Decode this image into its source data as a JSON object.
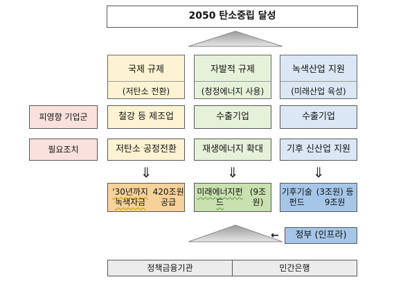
{
  "title": "2050 탄소중립 달성",
  "columns": [
    {
      "header": "국제 규제",
      "sub": "(저탄소 전환)"
    },
    {
      "header": "자발적 규제",
      "sub": "(청정에너지 사용)"
    },
    {
      "header": "녹색산업 지원",
      "sub": "(미래산업 육성)"
    }
  ],
  "row_labels": {
    "affected": "피영향 기업군",
    "measures": "필요조치"
  },
  "affected": [
    "철강 등 제조업",
    "수출기업",
    "수출기업"
  ],
  "measures": [
    "저탄소 공정전환",
    "재생에너지 확대",
    "기후 신산업 지원"
  ],
  "down_arrow": "⇓",
  "funds": [
    {
      "line1": "'30년까지 녹색자금",
      "line2": "420조원 공급"
    },
    {
      "line1": "미래에너지펀드",
      "line2": "(9조원)"
    },
    {
      "line1": "기후기술펀드",
      "line2": "(3조원) 등 9조원"
    }
  ],
  "government": {
    "arrow": "←",
    "label": "정부 (인프라)"
  },
  "bottom": [
    "정책금융기관",
    "민간은행"
  ],
  "colors": {
    "yellow": "#fdf3d3",
    "green": "#e6f1da",
    "blue": "#dbe7f4",
    "pink": "#fbe1de",
    "orange": "#f7d19a",
    "light_green": "#c9e0b0",
    "light_blue": "#a6c6e8",
    "gray": "#ececec",
    "arrow_gray": "#bdbdbd"
  }
}
